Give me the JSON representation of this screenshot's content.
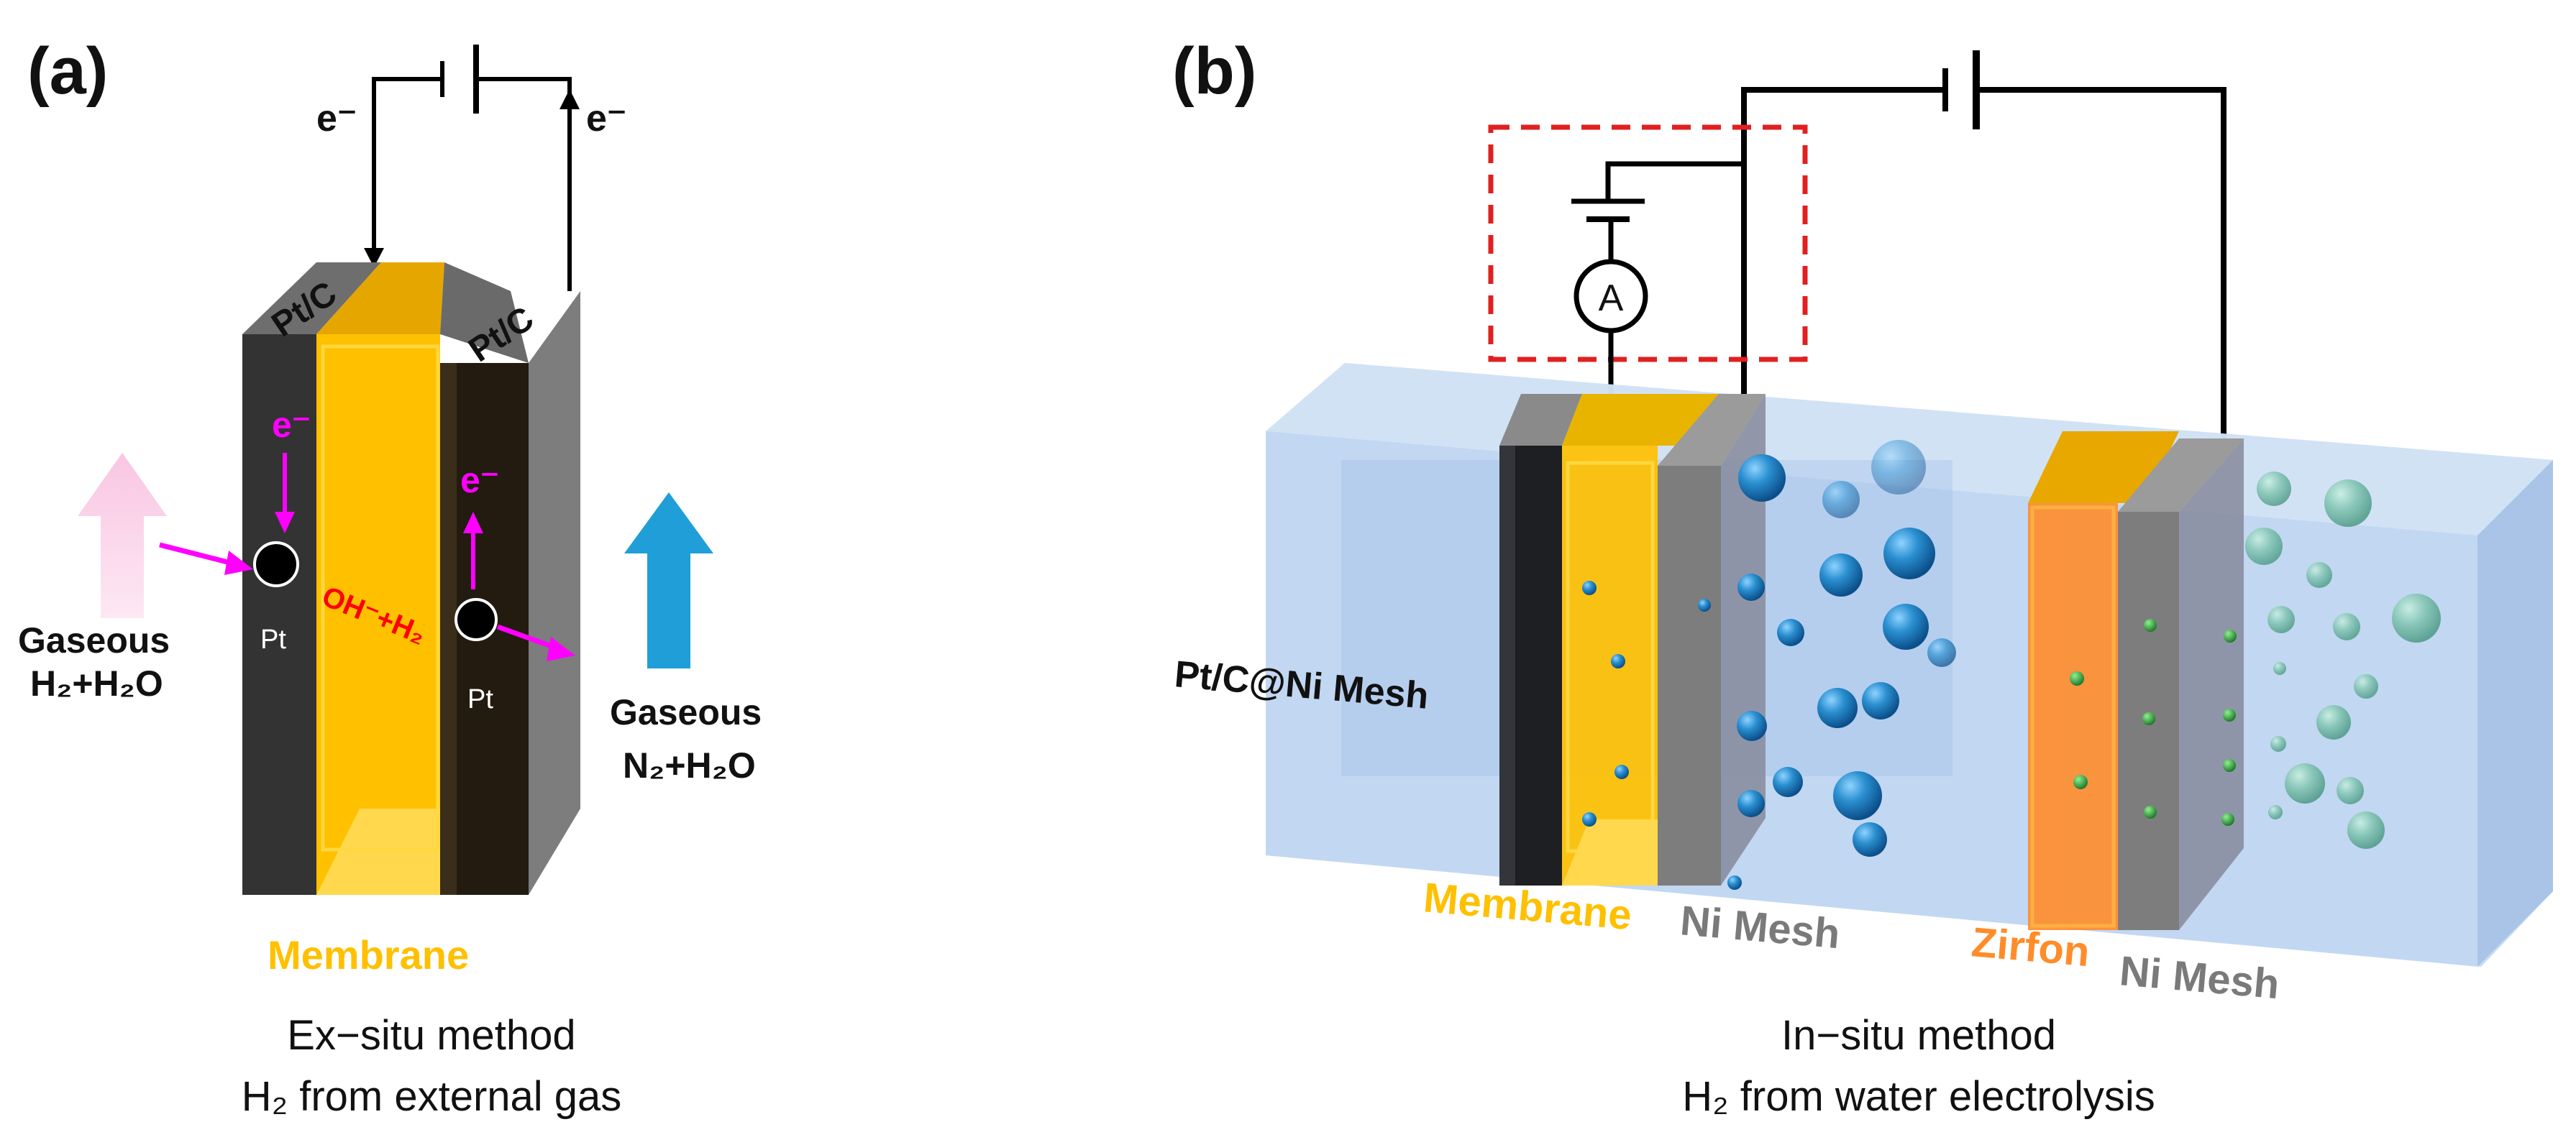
{
  "panel_a": {
    "tag": "(a)",
    "electron_left": "e⁻",
    "electron_right": "e⁻",
    "electrode_left": "Pt/C",
    "electrode_right": "Pt/C",
    "electron_inner_left": "e⁻",
    "electron_inner_right": "e⁻",
    "catalyst_left": "Pt",
    "catalyst_right": "Pt",
    "reaction": "OH⁻+H₂",
    "inlet_gas_line1": "Gaseous",
    "inlet_gas_line2": "H₂+H₂O",
    "outlet_gas_line1": "Gaseous",
    "outlet_gas_line2": "N₂+H₂O",
    "membrane_label": "Membrane",
    "caption_line1": "Ex−situ method",
    "caption_line2": "H₂ from external gas"
  },
  "panel_b": {
    "tag": "(b)",
    "ammeter": "A",
    "electrode_label": "Pt/C@Ni Mesh",
    "membrane_label": "Membrane",
    "ni_mesh_left": "Ni Mesh",
    "zirfon_label": "Zirfon",
    "ni_mesh_right": "Ni Mesh",
    "caption_line1": "In−situ method",
    "caption_line2": "H₂ from water electrolysis"
  },
  "colors": {
    "membrane_yellow": "#ffc000",
    "magenta": "#ff00ff",
    "electrolyte_blue": "#b8d0ee",
    "outlet_arrow_blue": "#1f9ed8",
    "inlet_arrow_pink": "#fbd3ea",
    "zirfon_orange": "#ff8c2a",
    "dashed_box_red": "#e02020",
    "reaction_red": "#ff0000"
  }
}
